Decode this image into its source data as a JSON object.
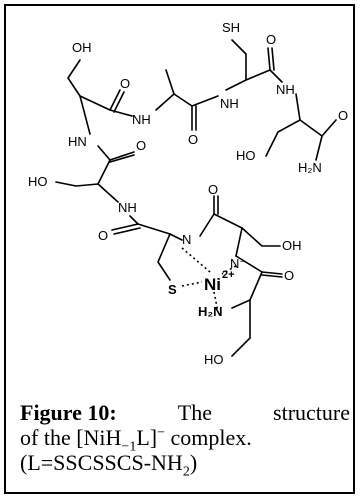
{
  "structure": {
    "atoms": {
      "sh": "SH",
      "o": "O",
      "oh": "OH",
      "ho": "HO",
      "nh": "NH",
      "hn": "HN",
      "h2n_amide": "H₂N",
      "n_minus": "N⁻",
      "n": "N",
      "ni": "Ni",
      "ni_charge": "2+",
      "s": "S",
      "h2n": "H₂N"
    }
  },
  "caption": {
    "label": "Figure 10:",
    "word1": "The",
    "word2": "structure",
    "line2_prefix": "of the [NiH",
    "line2_sub": "−1",
    "line2_mid": "L]",
    "line2_sup": "−",
    "line2_suffix": " complex.",
    "line3_prefix": "(L=SSCSSCS-NH",
    "line3_sub": "2",
    "line3_suffix": ")"
  }
}
